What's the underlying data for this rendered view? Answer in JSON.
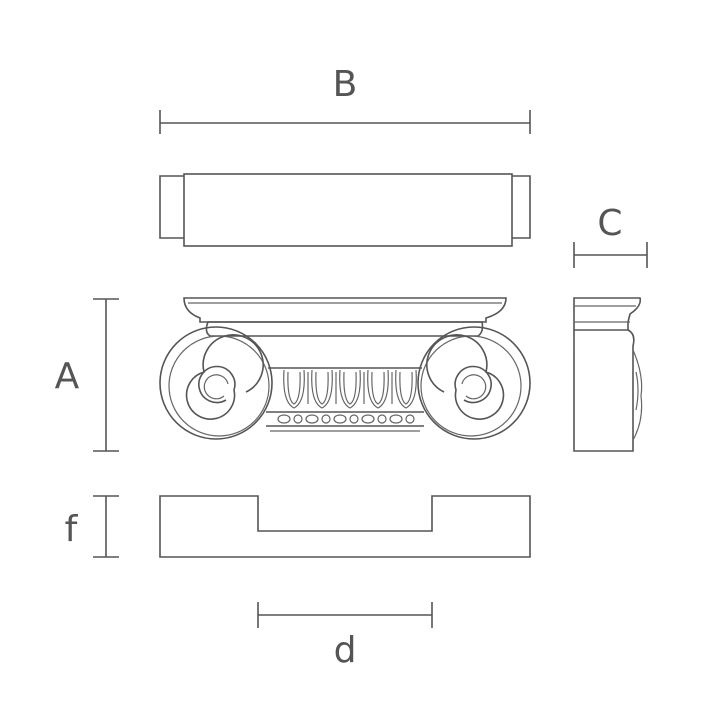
{
  "diagram": {
    "title": "",
    "dimension_labels": {
      "width": "B",
      "depth": "C",
      "height": "A",
      "base_height": "f",
      "recess_width": "d"
    },
    "views": [
      "top-view",
      "front-view",
      "side-view",
      "bottom-view"
    ],
    "colors": {
      "line": "#555555",
      "background": "#ffffff"
    }
  }
}
